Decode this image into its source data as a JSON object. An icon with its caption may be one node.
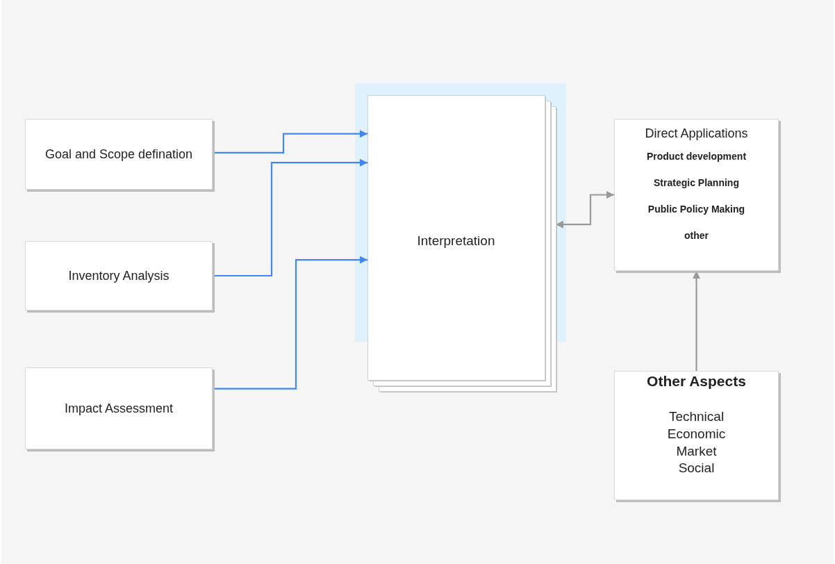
{
  "diagram": {
    "nodes": [
      {
        "text": [
          "Goal and Scope defination"
        ]
      },
      {
        "text": [
          "Inventory Analysis"
        ]
      },
      {
        "text": [
          "Impact Assessment"
        ]
      },
      {
        "text": [
          "Interpretation"
        ]
      },
      {
        "text": [
          "Direct Applications",
          "Product development",
          "Strategic Planning",
          "Public Policy Making",
          "other"
        ]
      },
      {
        "text": [
          "Other Aspects",
          "Technical Economic Market Social"
        ]
      }
    ],
    "edges": [
      {
        "from": 0,
        "to": 3,
        "arrow": "to"
      },
      {
        "from": 1,
        "to": 3,
        "arrow": "to"
      },
      {
        "from": 2,
        "to": 3,
        "arrow": "to"
      },
      {
        "from": 3,
        "to": 4,
        "arrow": "both",
        "color": "#999999"
      },
      {
        "from": 5,
        "to": 4,
        "arrow": "to",
        "color": "#999999"
      }
    ]
  }
}
